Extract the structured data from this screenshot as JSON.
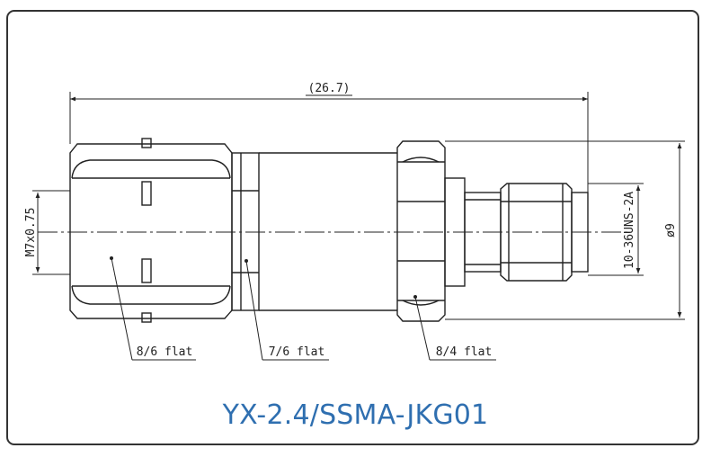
{
  "dimensions": {
    "overall_length": "(26.7)",
    "left_thread": "M7x0.75",
    "right_thread": "10-36UNS-2A",
    "diameter": "ø9"
  },
  "callouts": {
    "flat_1": "8/6 flat",
    "flat_2": "7/6 flat",
    "flat_3": "8/4 flat"
  },
  "part_number": "YX-2.4/SSMA-JKG01",
  "colors": {
    "line": "#222222",
    "title": "#2f6fb0",
    "frame": "#333333"
  }
}
